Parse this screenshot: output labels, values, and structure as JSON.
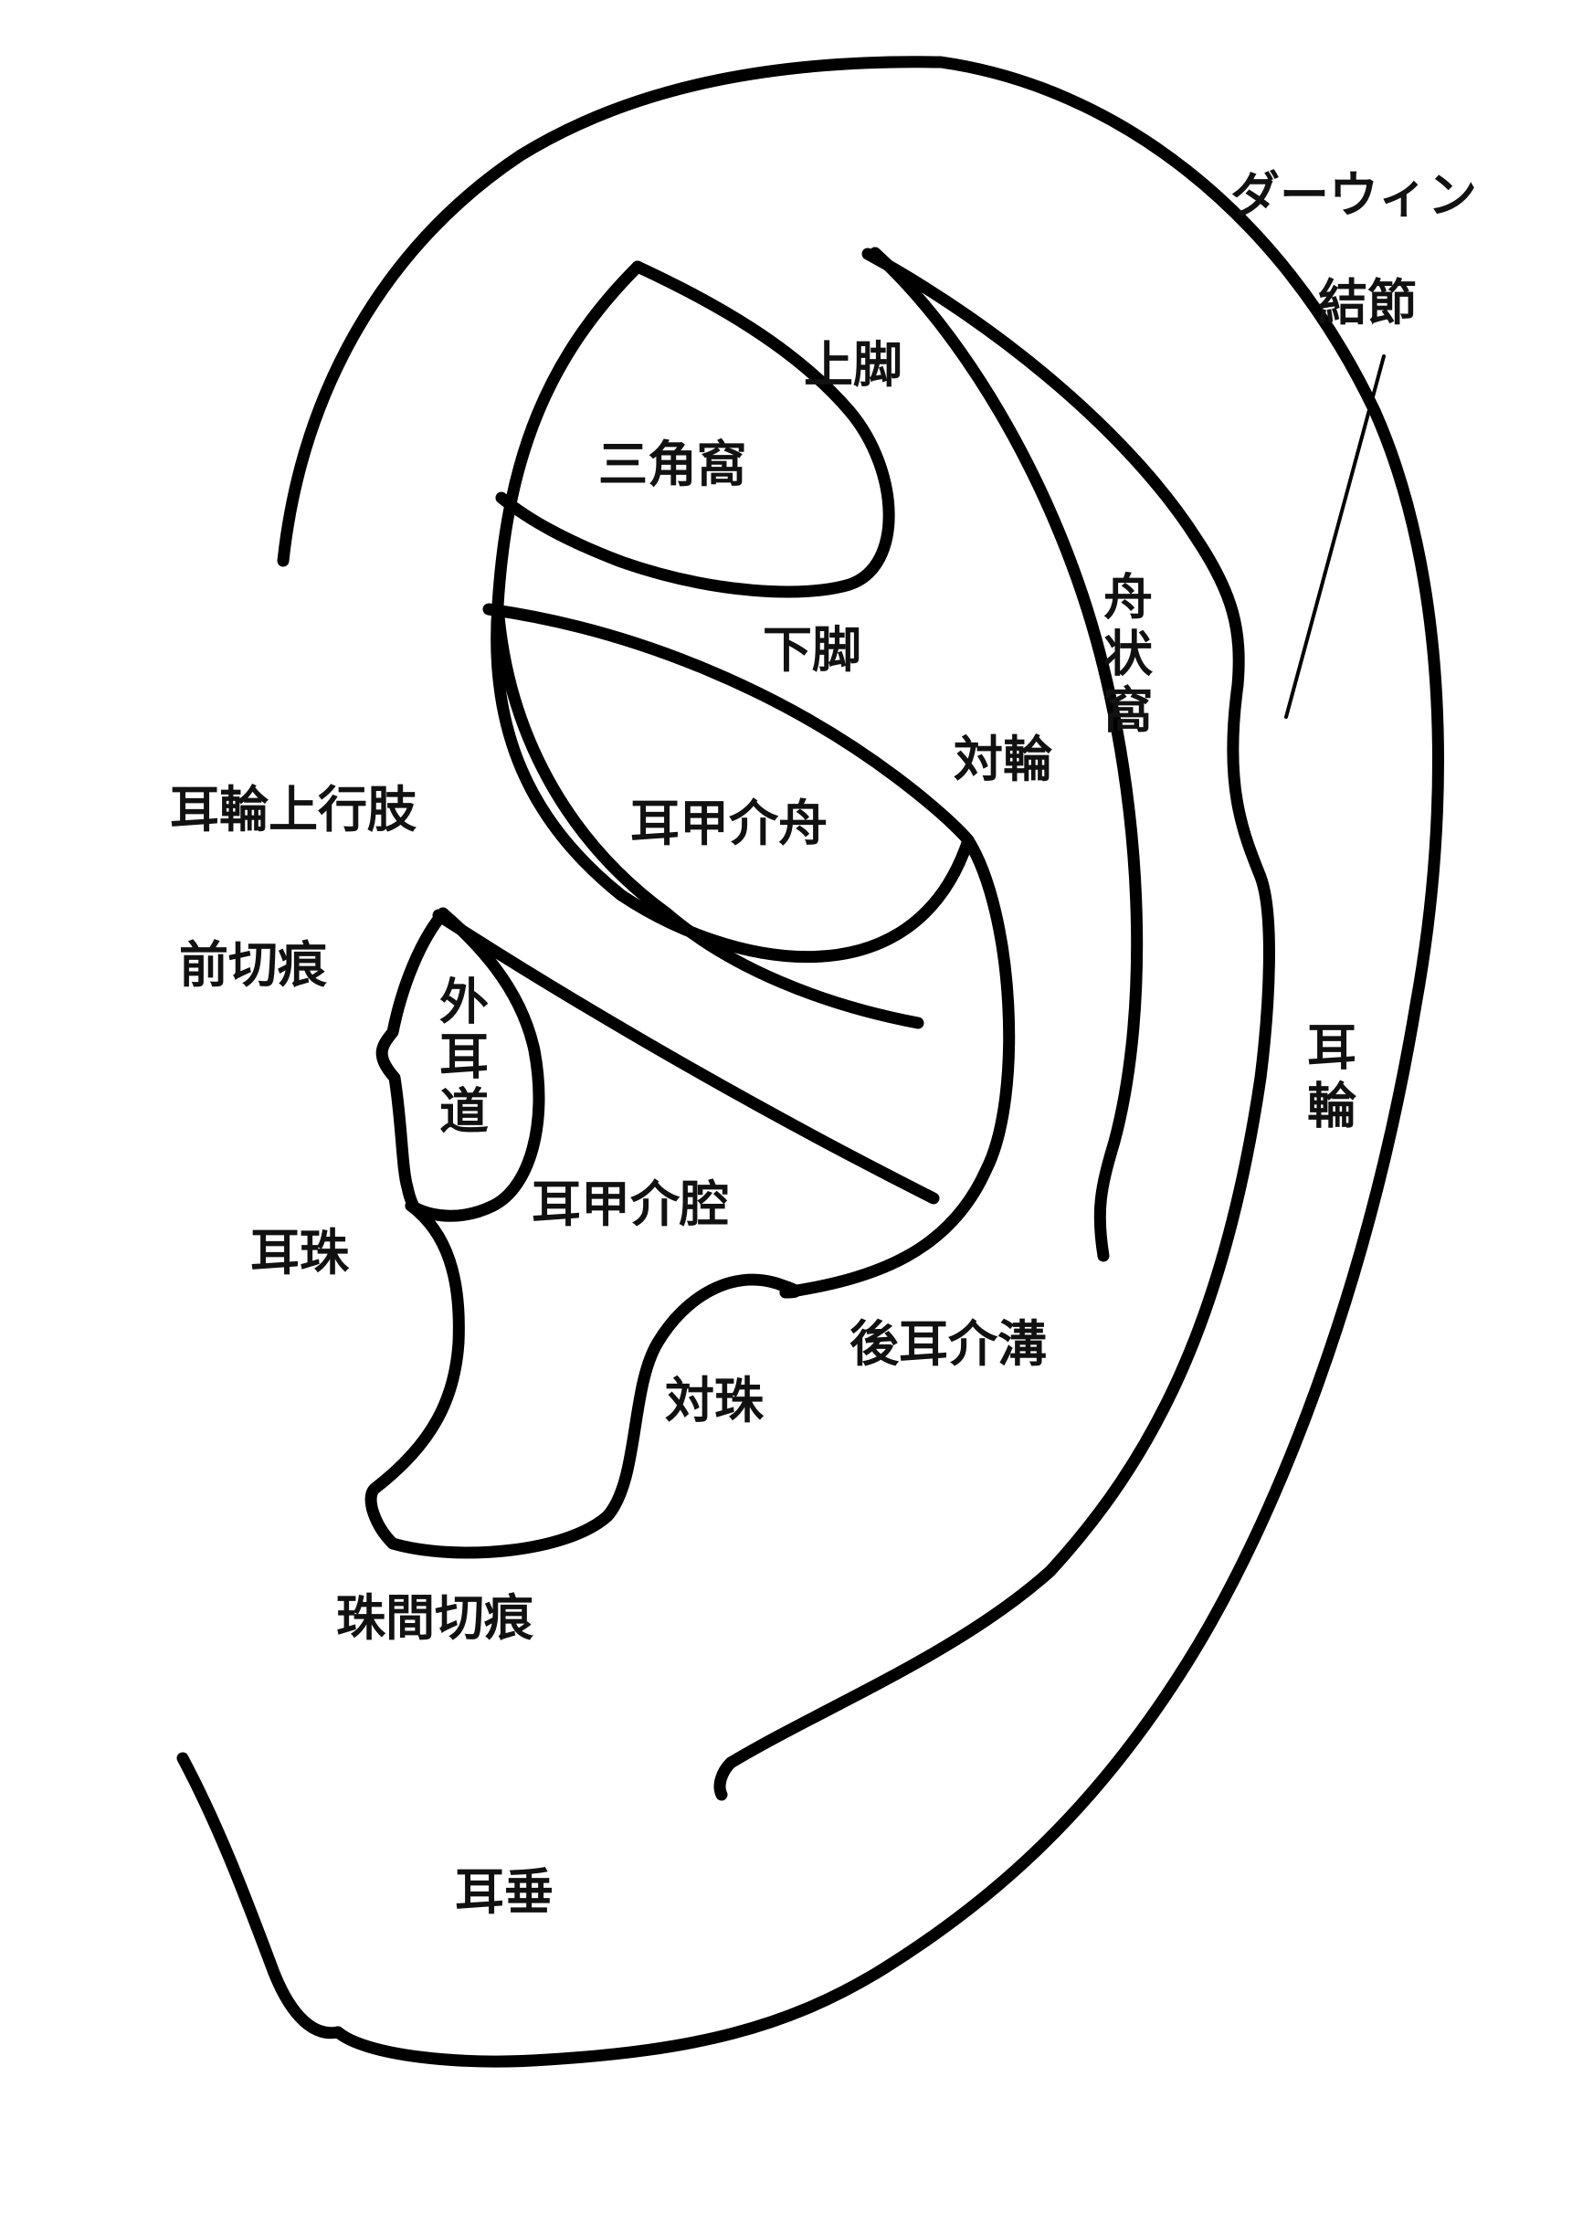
{
  "diagram": {
    "line_color": "#000000",
    "background_color": "#ffffff",
    "labels": {
      "darwin_line1": "ダーウィン",
      "darwin_line2": "結節",
      "superior_crus": "上脚",
      "triangular_fossa": "三角窩",
      "inferior_crus": "下脚",
      "scapha": "舟状窩",
      "antihelix": "対輪",
      "ascending_helix": "耳輪上行肢",
      "cymba_conchae": "耳甲介舟",
      "anterior_notch": "前切痕",
      "external_canal": "外耳道",
      "helix": "耳輪",
      "cavum_conchae": "耳甲介腔",
      "tragus": "耳珠",
      "posterior_auricular_groove": "後耳介溝",
      "antitragus": "対珠",
      "intertragic_notch": "珠間切痕",
      "earlobe": "耳垂"
    }
  }
}
